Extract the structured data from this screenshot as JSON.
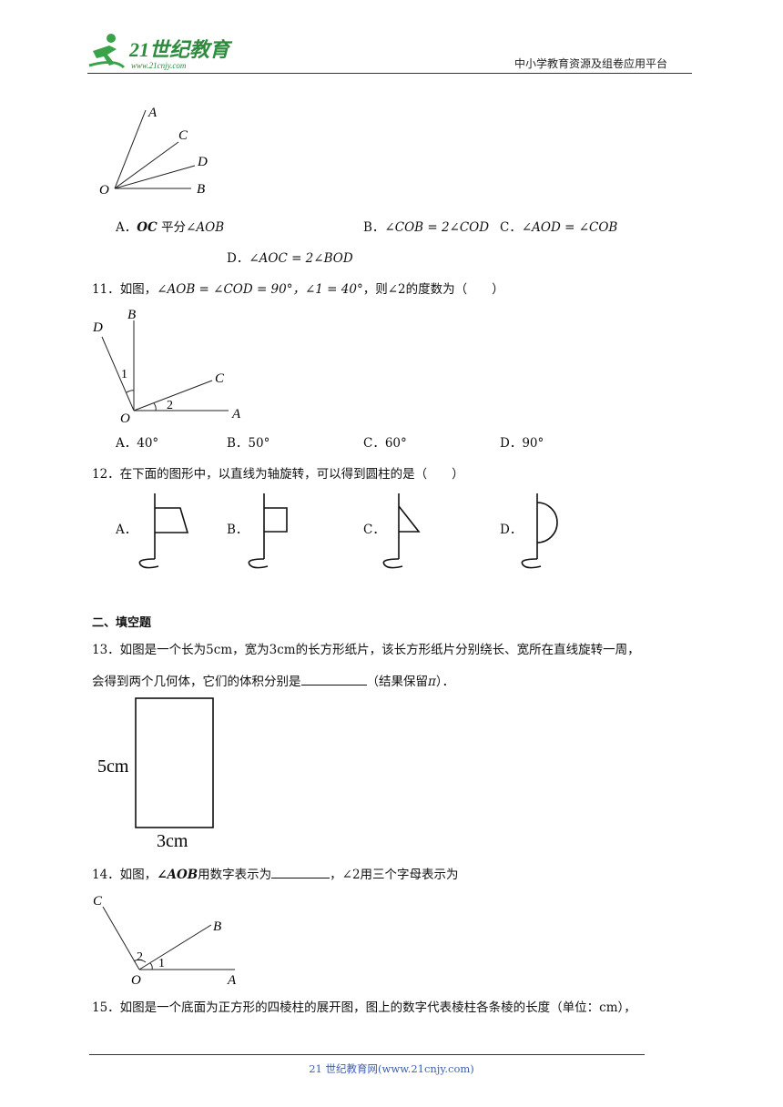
{
  "header": {
    "logo_main": "21世纪教育",
    "logo_sub": "www.21cnjy.com",
    "right_text": "中小学教育资源及组卷应用平台"
  },
  "fig10": {
    "A": "A",
    "B": "B",
    "C": "C",
    "D": "D",
    "O": "O"
  },
  "q10": {
    "A": {
      "label": "A．",
      "expr": "OC",
      "rest": "平分",
      "angle": "∠AOB"
    },
    "B": {
      "label": "B．",
      "expr": "∠COB = 2∠COD"
    },
    "C": {
      "label": "C．",
      "expr": "∠AOD = ∠COB"
    },
    "D": {
      "label": "D．",
      "expr": "∠AOC = 2∠BOD"
    }
  },
  "q11": {
    "num": "11．",
    "pre": "如图，",
    "expr": "∠AOB = ∠COD = 90°，∠1 = 40°",
    "post": "，则∠2的度数为（　　）",
    "fig": {
      "D": "D",
      "B": "B",
      "C": "C",
      "O": "O",
      "A": "A",
      "one": "1",
      "two": "2"
    },
    "options": [
      {
        "label": "A．",
        "value": "40°"
      },
      {
        "label": "B．",
        "value": "50°"
      },
      {
        "label": "C．",
        "value": "60°"
      },
      {
        "label": "D．",
        "value": "90°"
      }
    ]
  },
  "q12": {
    "text": "12．在下面的图形中，以直线为轴旋转，可以得到圆柱的是（　　）",
    "options": [
      {
        "label": "A．"
      },
      {
        "label": "B．"
      },
      {
        "label": "C．"
      },
      {
        "label": "D．"
      }
    ]
  },
  "section2": {
    "title": "二、填空题"
  },
  "q13": {
    "line1": "13．如图是一个长为5cm，宽为3cm的长方形纸片，该长方形纸片分别绕长、宽所在直线旋转一周，",
    "line2_pre": "会得到两个几何体，它们的体积分别是",
    "line2_post": "（结果保留",
    "pi": "π",
    "line2_end": "）．",
    "fig": {
      "height": "5cm",
      "width": "3cm"
    }
  },
  "q14": {
    "pre": "14．如图，",
    "angle": "∠AOB",
    "mid": "用数字表示为",
    "sep": "，",
    "post": "∠2用三个字母表示为",
    "fig": {
      "C": "C",
      "B": "B",
      "O": "O",
      "A": "A",
      "one": "1",
      "two": "2"
    }
  },
  "q15": {
    "text": "15．如图是一个底面为正方形的四棱柱的展开图，图上的数字代表棱柱各条棱的长度（单位：cm），"
  },
  "footer": {
    "text": "21 世纪教育网(www.21cnjy.com)"
  }
}
